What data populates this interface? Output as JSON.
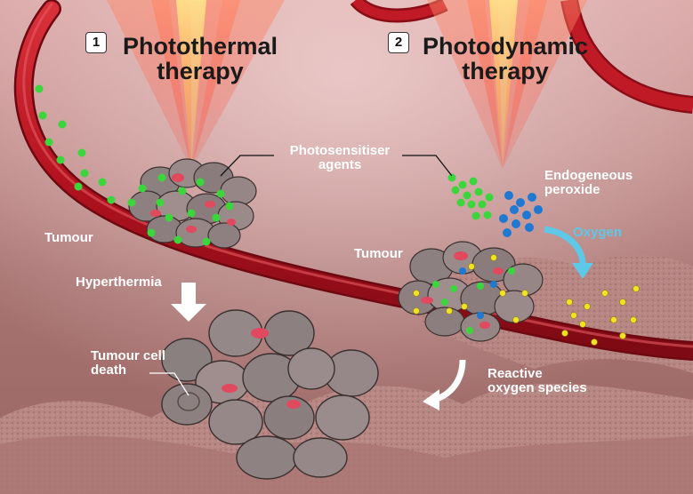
{
  "steps": {
    "photothermal": {
      "number": "1",
      "title_line1": "Photothermal",
      "title_line2": "therapy"
    },
    "photodynamic": {
      "number": "2",
      "title_line1": "Photodynamic",
      "title_line2": "therapy"
    }
  },
  "labels": {
    "photosensitiser_line1": "Photosensitiser",
    "photosensitiser_line2": "agents",
    "endogeneous_line1": "Endogeneous",
    "endogeneous_line2": "peroxide",
    "oxygen": "Oxygen",
    "tumour_left": "Tumour",
    "tumour_right": "Tumour",
    "hyperthermia": "Hyperthermia",
    "cell_death_line1": "Tumour cell",
    "cell_death_line2": "death",
    "ros_line1": "Reactive",
    "ros_line2": "oxygen species"
  },
  "colors": {
    "background": "#b8807e",
    "vessel": "#b3121f",
    "photosensitiser": "#3bd63b",
    "peroxide": "#1f78d1",
    "oxygen_text": "#5ec8e8",
    "ros": "#f2e224",
    "laser": "#ff5a3c"
  }
}
